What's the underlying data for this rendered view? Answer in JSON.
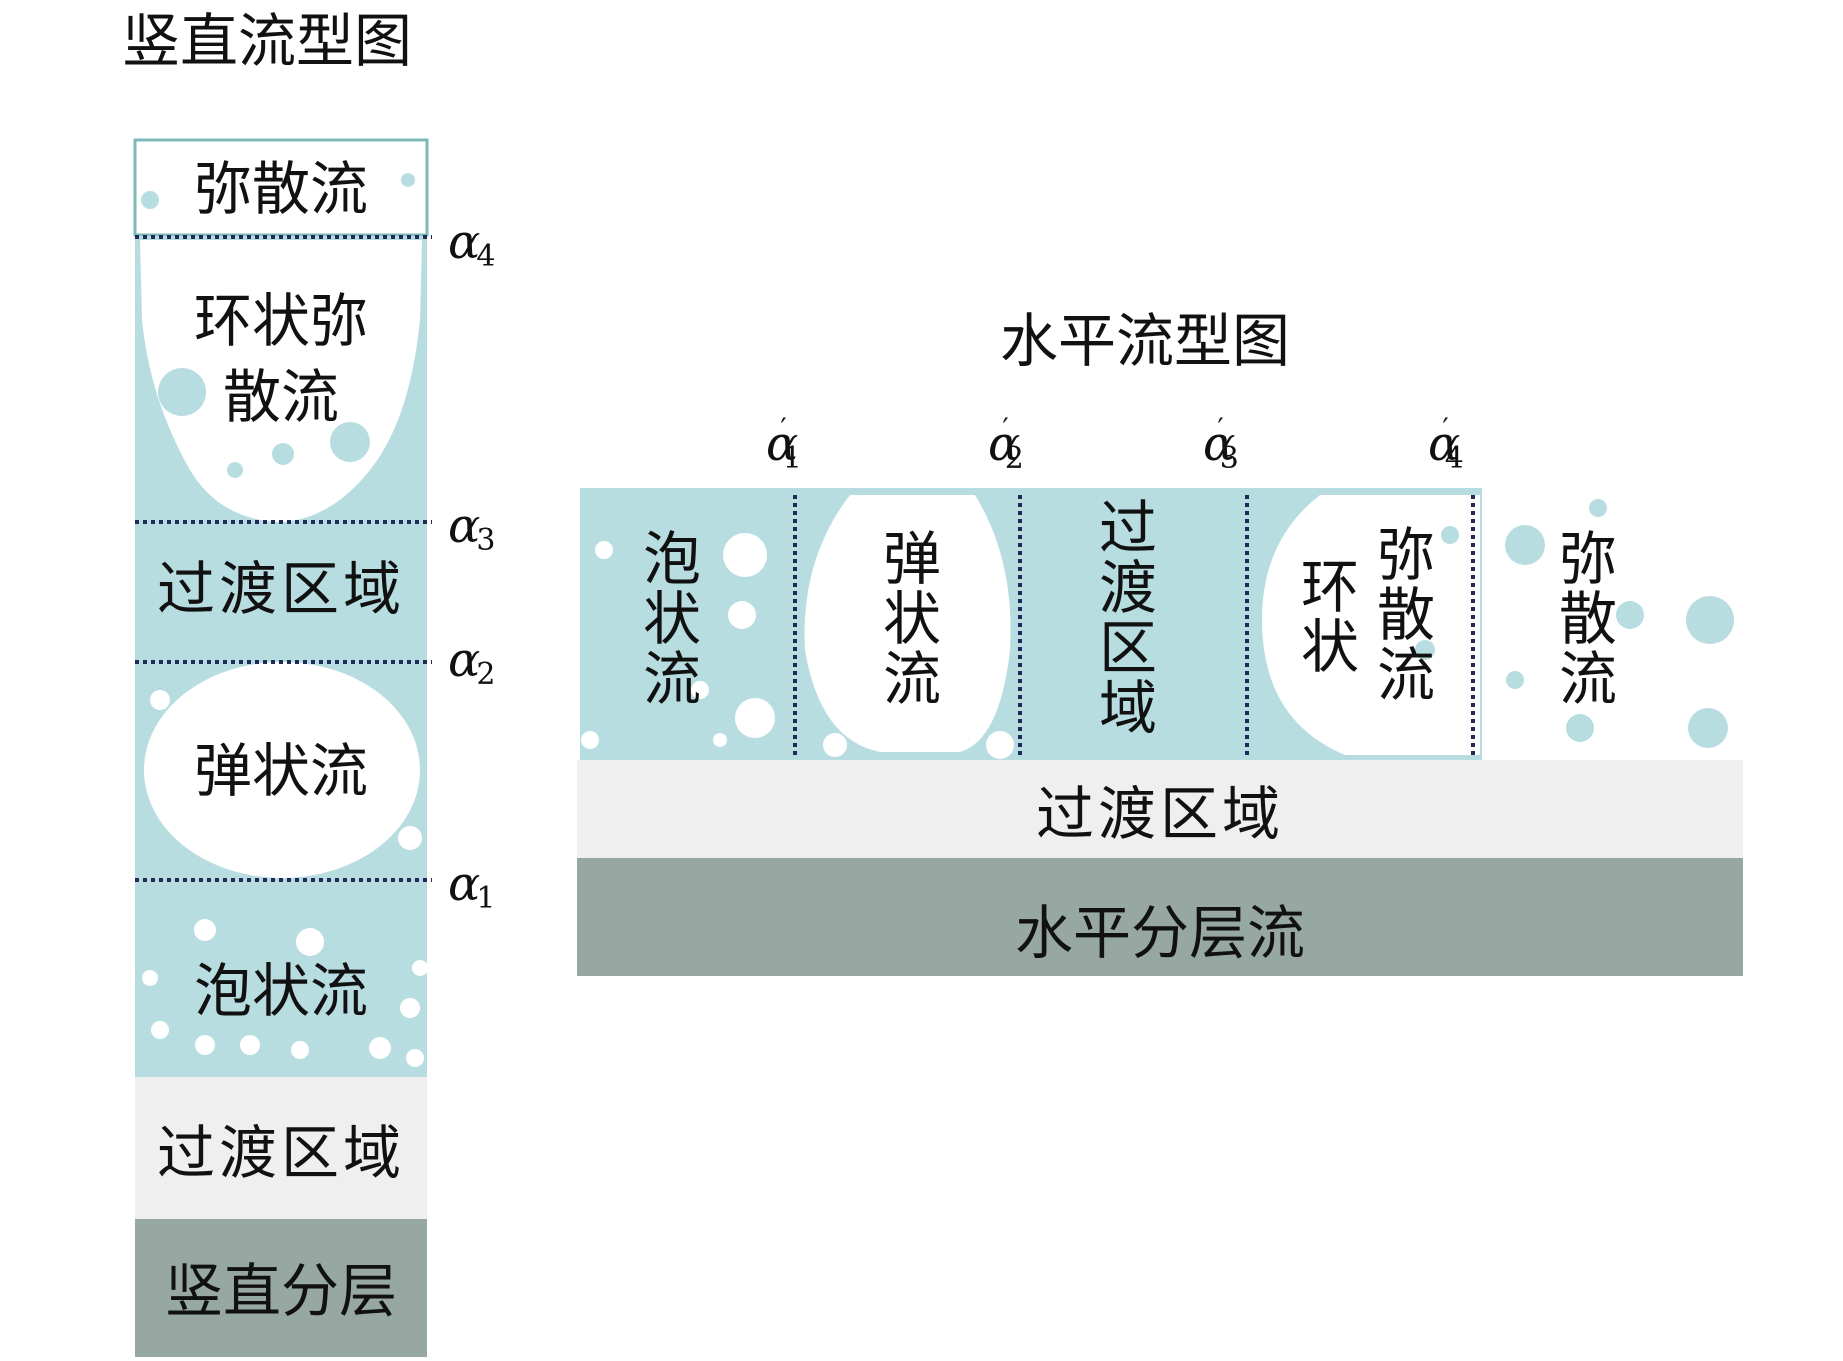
{
  "vertical": {
    "title": "竖直流型图",
    "regions": {
      "dispersed": "弥散流",
      "annular_dispersed_1": "环状弥",
      "annular_dispersed_2": "散流",
      "transition_upper": "过渡区域",
      "slug": "弹状流",
      "bubbly": "泡状流",
      "transition_lower": "过渡区域",
      "stratified": "竖直分层"
    },
    "alpha_labels": [
      {
        "symbol": "α",
        "sub": "4"
      },
      {
        "symbol": "α",
        "sub": "3"
      },
      {
        "symbol": "α",
        "sub": "2"
      },
      {
        "symbol": "α",
        "sub": "1"
      }
    ]
  },
  "horizontal": {
    "title": "水平流型图",
    "regions": {
      "bubbly": "泡状流",
      "slug": "弹状流",
      "transition": "过渡区域",
      "annular": "环状",
      "annular_dispersed": "弥散流",
      "dispersed": "弥散流",
      "transition_lower": "过渡区域",
      "stratified": "水平分层流"
    },
    "alpha_labels": [
      {
        "symbol": "α",
        "prime": "′",
        "sub": "1"
      },
      {
        "symbol": "α",
        "prime": "′",
        "sub": "2"
      },
      {
        "symbol": "α",
        "prime": "′",
        "sub": "3"
      },
      {
        "symbol": "α",
        "prime": "′",
        "sub": "4"
      }
    ]
  },
  "colors": {
    "liquid": "#b7dde0",
    "transition": "#efefef",
    "stratified": "#97a8a3",
    "divider": "#1f2a5a",
    "bubble": "#ffffff"
  }
}
